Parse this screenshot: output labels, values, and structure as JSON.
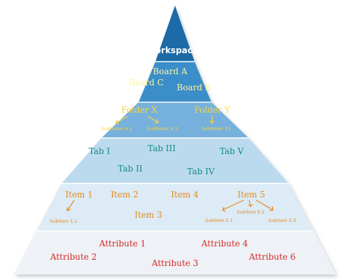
{
  "pyramid": {
    "levels": [
      {
        "id": "workspace",
        "fill": "#1f6aa8",
        "text_color": "#ffffff",
        "labels": [
          {
            "text": "Workspace",
            "size": "title"
          }
        ],
        "sublabels": []
      },
      {
        "id": "boards",
        "fill": "#3b8ec9",
        "text_color": "#fff3a0",
        "labels": [
          {
            "text": "Board A"
          },
          {
            "text": "Board C"
          },
          {
            "text": "Board B"
          }
        ],
        "sublabels": []
      },
      {
        "id": "folders",
        "fill": "#74b1dc",
        "text_color": "#ffd23a",
        "labels": [
          {
            "text": "Folder X"
          },
          {
            "text": "Folder Y"
          }
        ],
        "sublabels": [
          {
            "text": "Subfolder X.1"
          },
          {
            "text": "Subfolder X.2"
          },
          {
            "text": "Subfolder Y.1"
          }
        ]
      },
      {
        "id": "tabs",
        "fill": "#bcdaee",
        "text_color": "#168a85",
        "labels": [
          {
            "text": "Tab I"
          },
          {
            "text": "Tab III"
          },
          {
            "text": "Tab V"
          },
          {
            "text": "Tab II"
          },
          {
            "text": "Tab IV"
          }
        ],
        "sublabels": []
      },
      {
        "id": "items",
        "fill": "#dcebf5",
        "text_color": "#e8891c",
        "labels": [
          {
            "text": "Item 1"
          },
          {
            "text": "Item 2"
          },
          {
            "text": "Item 4"
          },
          {
            "text": "Item 5"
          },
          {
            "text": "Item 3"
          }
        ],
        "sublabels": [
          {
            "text": "Subitem 1.1"
          },
          {
            "text": "Subitem 5.2"
          },
          {
            "text": "Subitem 5.1"
          },
          {
            "text": "Subitem 5.3"
          }
        ]
      },
      {
        "id": "attributes",
        "fill": "#eef1f5",
        "text_color": "#d62a2a",
        "labels": [
          {
            "text": "Attribute 1"
          },
          {
            "text": "Attribute 4"
          },
          {
            "text": "Attribute 2"
          },
          {
            "text": "Attribute 6"
          },
          {
            "text": "Attribute 3"
          }
        ],
        "sublabels": []
      }
    ]
  }
}
